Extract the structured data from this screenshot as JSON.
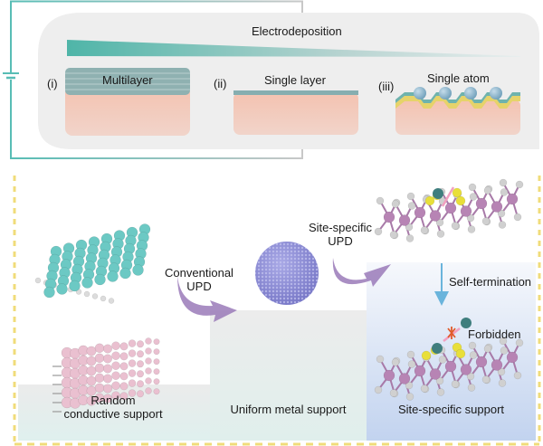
{
  "top_panel": {
    "process_label": "Electrodeposition",
    "stages": [
      {
        "index": "(i)",
        "label": "Multilayer"
      },
      {
        "index": "(ii)",
        "label": "Single layer"
      },
      {
        "index": "(iii)",
        "label": "Single atom"
      }
    ],
    "colors": {
      "circuit_wire": "#5bbcb5",
      "gradient_bar": "#4db3a6",
      "substrate": "#f2c4b4",
      "layer": "#86aeb0",
      "atom": "#8fb6cc",
      "yellow_layer": "#e6d36a"
    }
  },
  "bottom_panel": {
    "steps": [
      {
        "label_lines": [
          "Random",
          "conductive support"
        ],
        "color": "#e3efee"
      },
      {
        "label_lines": [
          "Uniform metal support"
        ],
        "color": "#e6eeec"
      },
      {
        "label_lines": [
          "Site-specific support"
        ],
        "color": "#c6d6f0"
      }
    ],
    "annotations": {
      "conventional_upd": [
        "Conventional",
        "UPD"
      ],
      "site_specific_upd": [
        "Site-specific",
        "UPD"
      ],
      "self_termination": "Self-termination",
      "forbidden": "Forbidden"
    },
    "colors": {
      "dashed_border": "#f0dc7a",
      "arrow": "#9a7ab8",
      "graphene_atoms": "#6cc9c4",
      "nanotube_atoms": "#eac0d0",
      "sphere": "#8d8ed6",
      "mo_atoms": "#b784b4",
      "s_atoms": "#d0d0d0",
      "vacancy_atoms": "#e8df3a",
      "metal_atom": "#3f7e7e",
      "termination_arrow": "#6ab4dc",
      "forbidden_mark": "#e05a2a"
    }
  }
}
